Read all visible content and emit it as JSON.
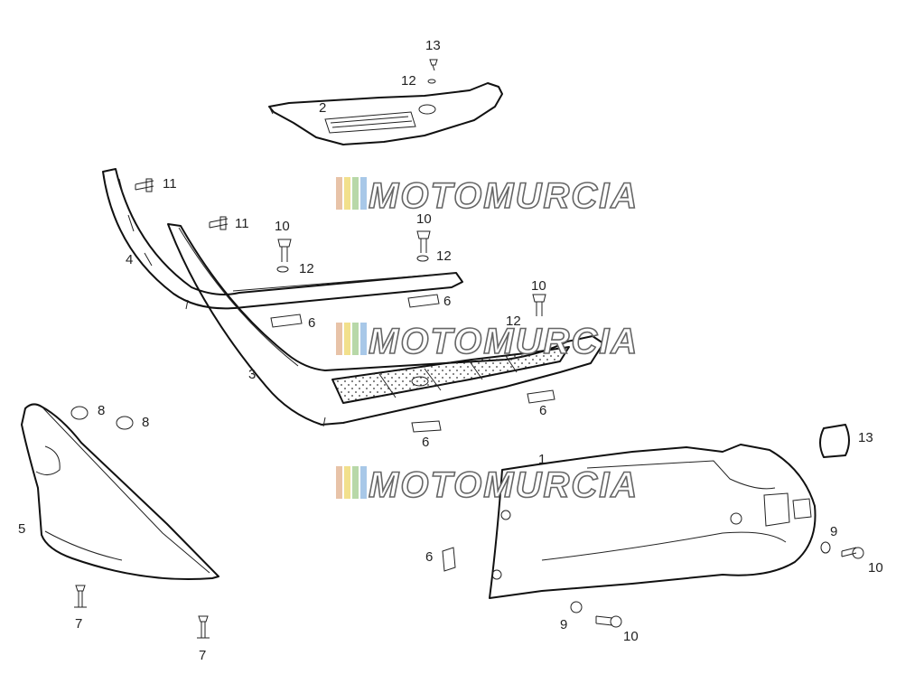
{
  "watermark": {
    "text": "MOTOMURCIA",
    "stripe_colors": [
      "#e8c3a8",
      "#f2e08c",
      "#b8d8a8",
      "#a8c8e8"
    ]
  },
  "callouts": {
    "c13_top": "13",
    "c12_top": "12",
    "c2": "2",
    "c11_a": "11",
    "c11_b": "11",
    "c4": "4",
    "c10_a": "10",
    "c12_a": "12",
    "c10_b": "10",
    "c12_b": "12",
    "c6_a": "6",
    "c6_b": "6",
    "c10_c": "10",
    "c12_c": "12",
    "c3": "3",
    "c8_a": "8",
    "c8_b": "8",
    "c6_c": "6",
    "c6_d": "6",
    "c1": "1",
    "c13_b": "13",
    "c5": "5",
    "c6_e": "6",
    "c9_a": "9",
    "c10_d": "10",
    "c7_a": "7",
    "c7_b": "7",
    "c9_b": "9",
    "c10_e": "10"
  }
}
